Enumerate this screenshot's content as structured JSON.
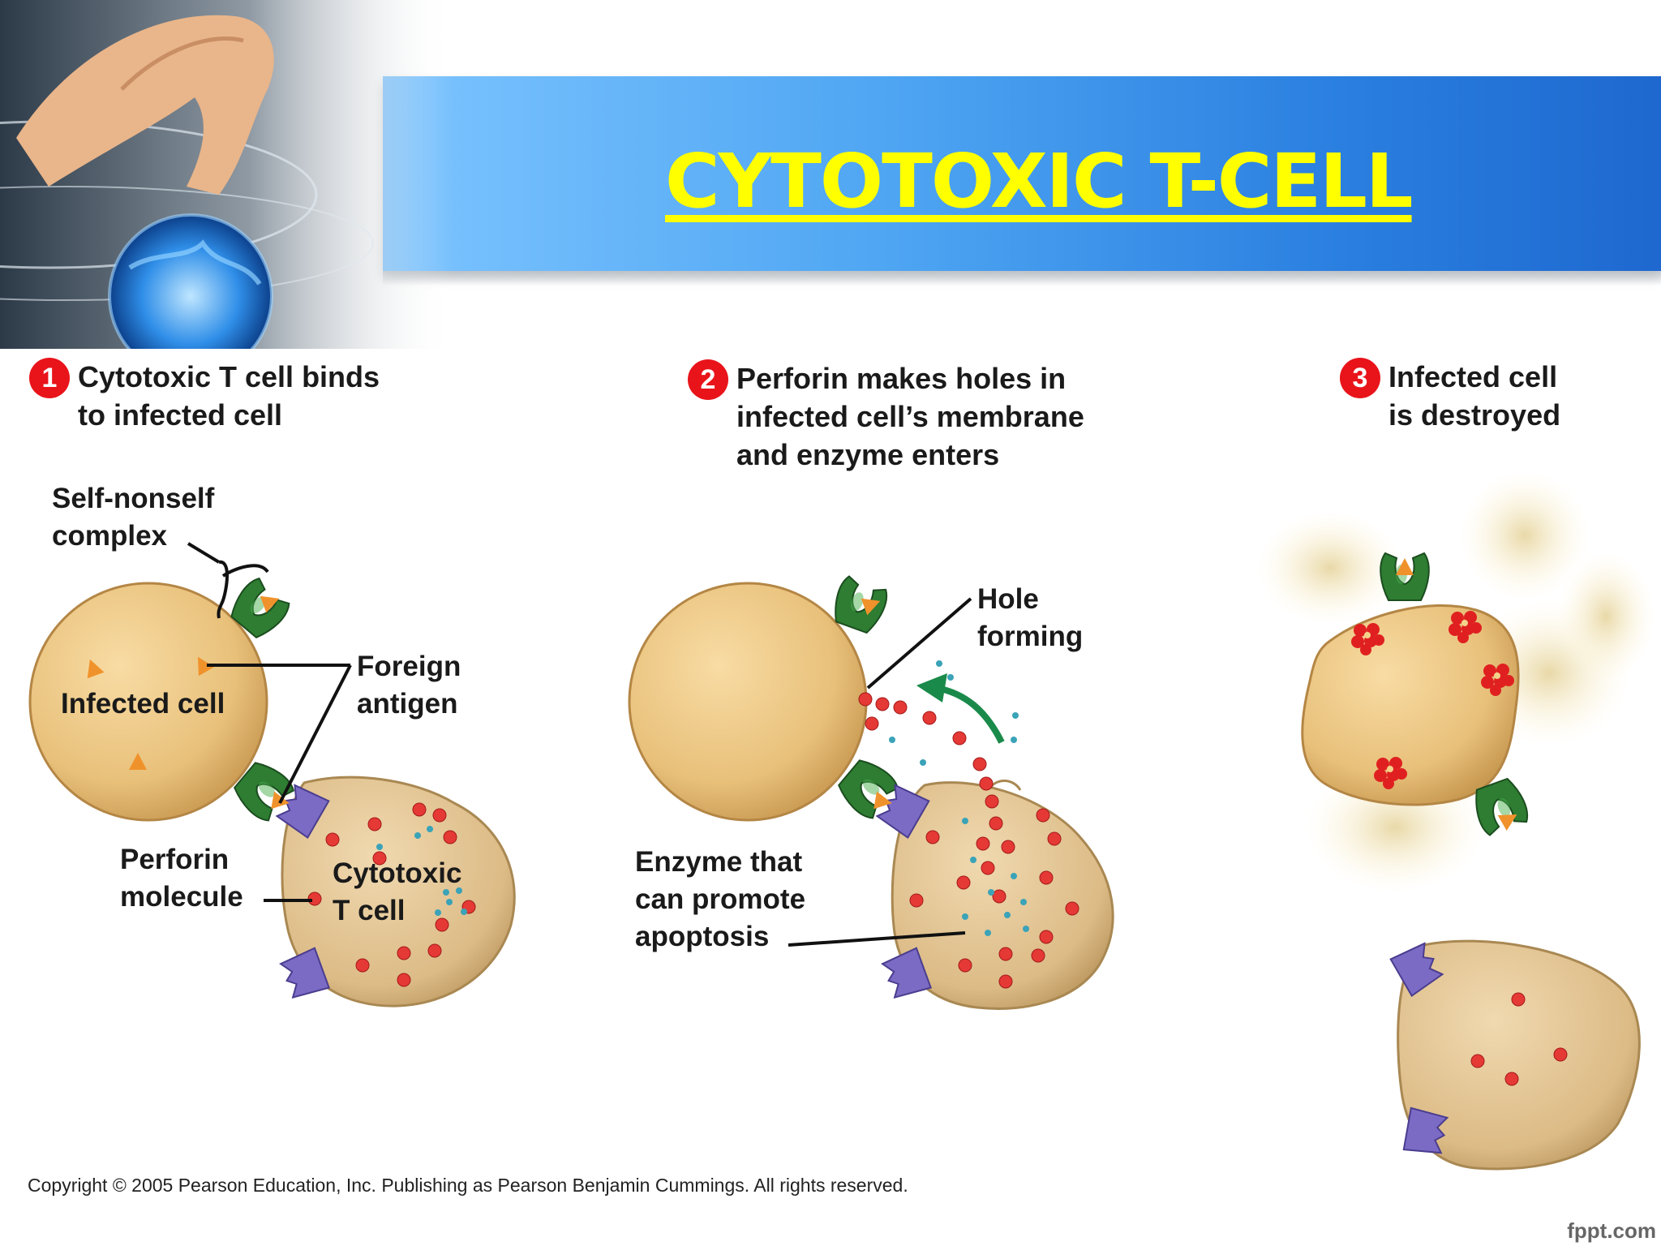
{
  "slide": {
    "title": "CYTOTOXIC T-CELL",
    "copyright": "Copyright ©  2005 Pearson Education, Inc. Publishing as Pearson Benjamin Cummings. All rights reserved.",
    "brand": "fppt.com",
    "colors": {
      "banner": "#4ea5f2",
      "title": "#ffff00",
      "cell": "#e8c07a",
      "receptor": "#2e7d32",
      "tcell_receptor": "#7b6bc4",
      "perforin": "#e53935",
      "enzyme": "#3ba3b8",
      "step_badge": "#e8141a"
    }
  },
  "steps": [
    {
      "number": "1",
      "text": "Cytotoxic T cell binds\nto infected cell"
    },
    {
      "number": "2",
      "text": "Perforin makes holes in\ninfected cell’s membrane\nand enzyme enters"
    },
    {
      "number": "3",
      "text": "Infected cell\nis destroyed"
    }
  ],
  "labels": {
    "self_nonself": "Self-nonself\ncomplex",
    "foreign_antigen": "Foreign\nantigen",
    "infected_cell": "Infected cell",
    "perforin_molecule": "Perforin\nmolecule",
    "cytotoxic_t_cell": "Cytotoxic\nT cell",
    "hole_forming": "Hole\nforming",
    "enzyme": "Enzyme that\ncan promote\napoptosis"
  }
}
